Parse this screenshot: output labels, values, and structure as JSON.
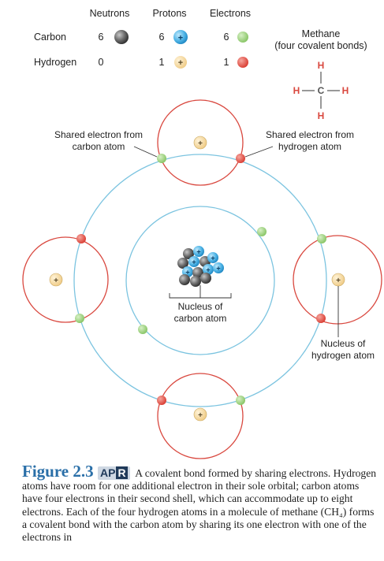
{
  "table": {
    "headers": [
      "Neutrons",
      "Protons",
      "Electrons"
    ],
    "rows": [
      {
        "element": "Carbon",
        "neutrons": "6",
        "protons": "6",
        "electrons": "6"
      },
      {
        "element": "Hydrogen",
        "neutrons": "0",
        "protons": "1",
        "electrons": "1"
      }
    ]
  },
  "methane": {
    "title": "Methane",
    "subtitle": "(four covalent bonds)",
    "atom_h": "H",
    "atom_c": "C"
  },
  "labels": {
    "shared_carbon_line1": "Shared electron from",
    "shared_carbon_line2": "carbon atom",
    "shared_hydrogen_line1": "Shared electron from",
    "shared_hydrogen_line2": "hydrogen atom",
    "nucleus_carbon_line1": "Nucleus of",
    "nucleus_carbon_line2": "carbon atom",
    "nucleus_hydrogen_line1": "Nucleus of",
    "nucleus_hydrogen_line2": "hydrogen atom",
    "plus": "+"
  },
  "caption": {
    "figure_label": "Figure 2.3",
    "badge_ap": "AP",
    "badge_r": "R",
    "text": "A covalent bond formed by sharing electrons. Hydrogen atoms have room for one additional electron in their sole orbital; carbon atoms have four electrons in their second shell, which can accommodate up to eight electrons. Each of the four hydrogen atoms in a molecule of methane (CH₄) forms a covalent bond with the carbon atom by sharing its one electron with one of the electrons in"
  },
  "colors": {
    "shell_blue": "#7cc4e0",
    "hydrogen_red": "#d9483f",
    "electron_green": "#98cf78",
    "electron_red": "#e0554a",
    "proton_blue": "#4fb4e6",
    "neutron_gray": "#6b6b6b",
    "h_proton": "#f6dba3",
    "figure_blue": "#2a6fa8"
  }
}
